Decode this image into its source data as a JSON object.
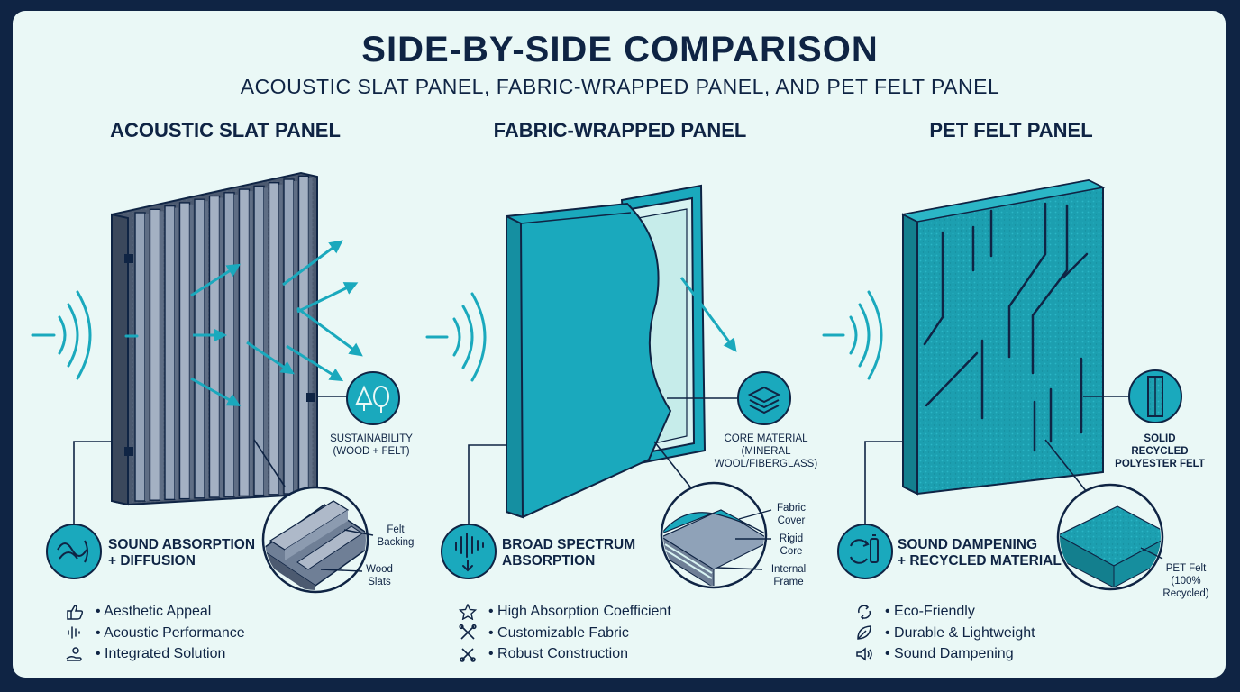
{
  "header": {
    "title": "SIDE-BY-SIDE COMPARISON",
    "subtitle": "ACOUSTIC SLAT PANEL, FABRIC-WRAPPED PANEL, AND PET FELT PANEL"
  },
  "colors": {
    "background": "#0f2444",
    "card": "#eaf8f6",
    "accent": "#1aa9bd",
    "navy": "#0f2444",
    "slat": "#8c9bb0"
  },
  "columns": [
    {
      "heading": "ACOUSTIC SLAT PANEL",
      "feature_line1": "SOUND ABSORPTION",
      "feature_line2": "+ DIFFUSION",
      "feature_icon": "sound-wave-icon",
      "callout": [
        "SUSTAINABILITY",
        "(WOOD + FELT)"
      ],
      "callout_icon": "trees-icon",
      "detail_labels": [
        [
          "Felt",
          "Backing"
        ],
        [
          "Wood",
          "Slats"
        ]
      ],
      "bullets": [
        {
          "icon": "thumbs-up-icon",
          "text": "• Aesthetic Appeal"
        },
        {
          "icon": "waveform-icon",
          "text": "• Acoustic Performance"
        },
        {
          "icon": "hand-icon",
          "text": "• Integrated Solution"
        }
      ]
    },
    {
      "heading": "FABRIC-WRAPPED PANEL",
      "feature_line1": "BROAD SPECTRUM",
      "feature_line2": "ABSORPTION",
      "feature_icon": "spectrum-icon",
      "callout": [
        "CORE MATERIAL",
        "(MINERAL",
        "WOOL/FIBERGLASS)"
      ],
      "callout_icon": "layers-icon",
      "detail_labels": [
        [
          "Fabric",
          "Cover"
        ],
        [
          "Rigid",
          "Core"
        ],
        [
          "Internal",
          "Frame"
        ]
      ],
      "bullets": [
        {
          "icon": "star-icon",
          "text": "• High Absorption Coefficient"
        },
        {
          "icon": "tools-icon",
          "text": "• Customizable Fabric"
        },
        {
          "icon": "wrench-icon",
          "text": "• Robust Construction"
        }
      ]
    },
    {
      "heading": "PET FELT PANEL",
      "feature_line1": "SOUND DAMPENING",
      "feature_line2": "+ RECYCLED MATERIAL",
      "feature_icon": "recycle-bottle-icon",
      "callout": [
        "SOLID",
        "RECYCLED",
        "POLYESTER FELT"
      ],
      "callout_icon": "felt-section-icon",
      "detail_labels": [
        [
          "PET Felt",
          "(100%",
          "Recycled)"
        ]
      ],
      "bullets": [
        {
          "icon": "recycle-icon",
          "text": "• Eco-Friendly"
        },
        {
          "icon": "leaf-icon",
          "text": "• Durable & Lightweight"
        },
        {
          "icon": "speaker-icon",
          "text": "• Sound Dampening"
        }
      ]
    }
  ]
}
